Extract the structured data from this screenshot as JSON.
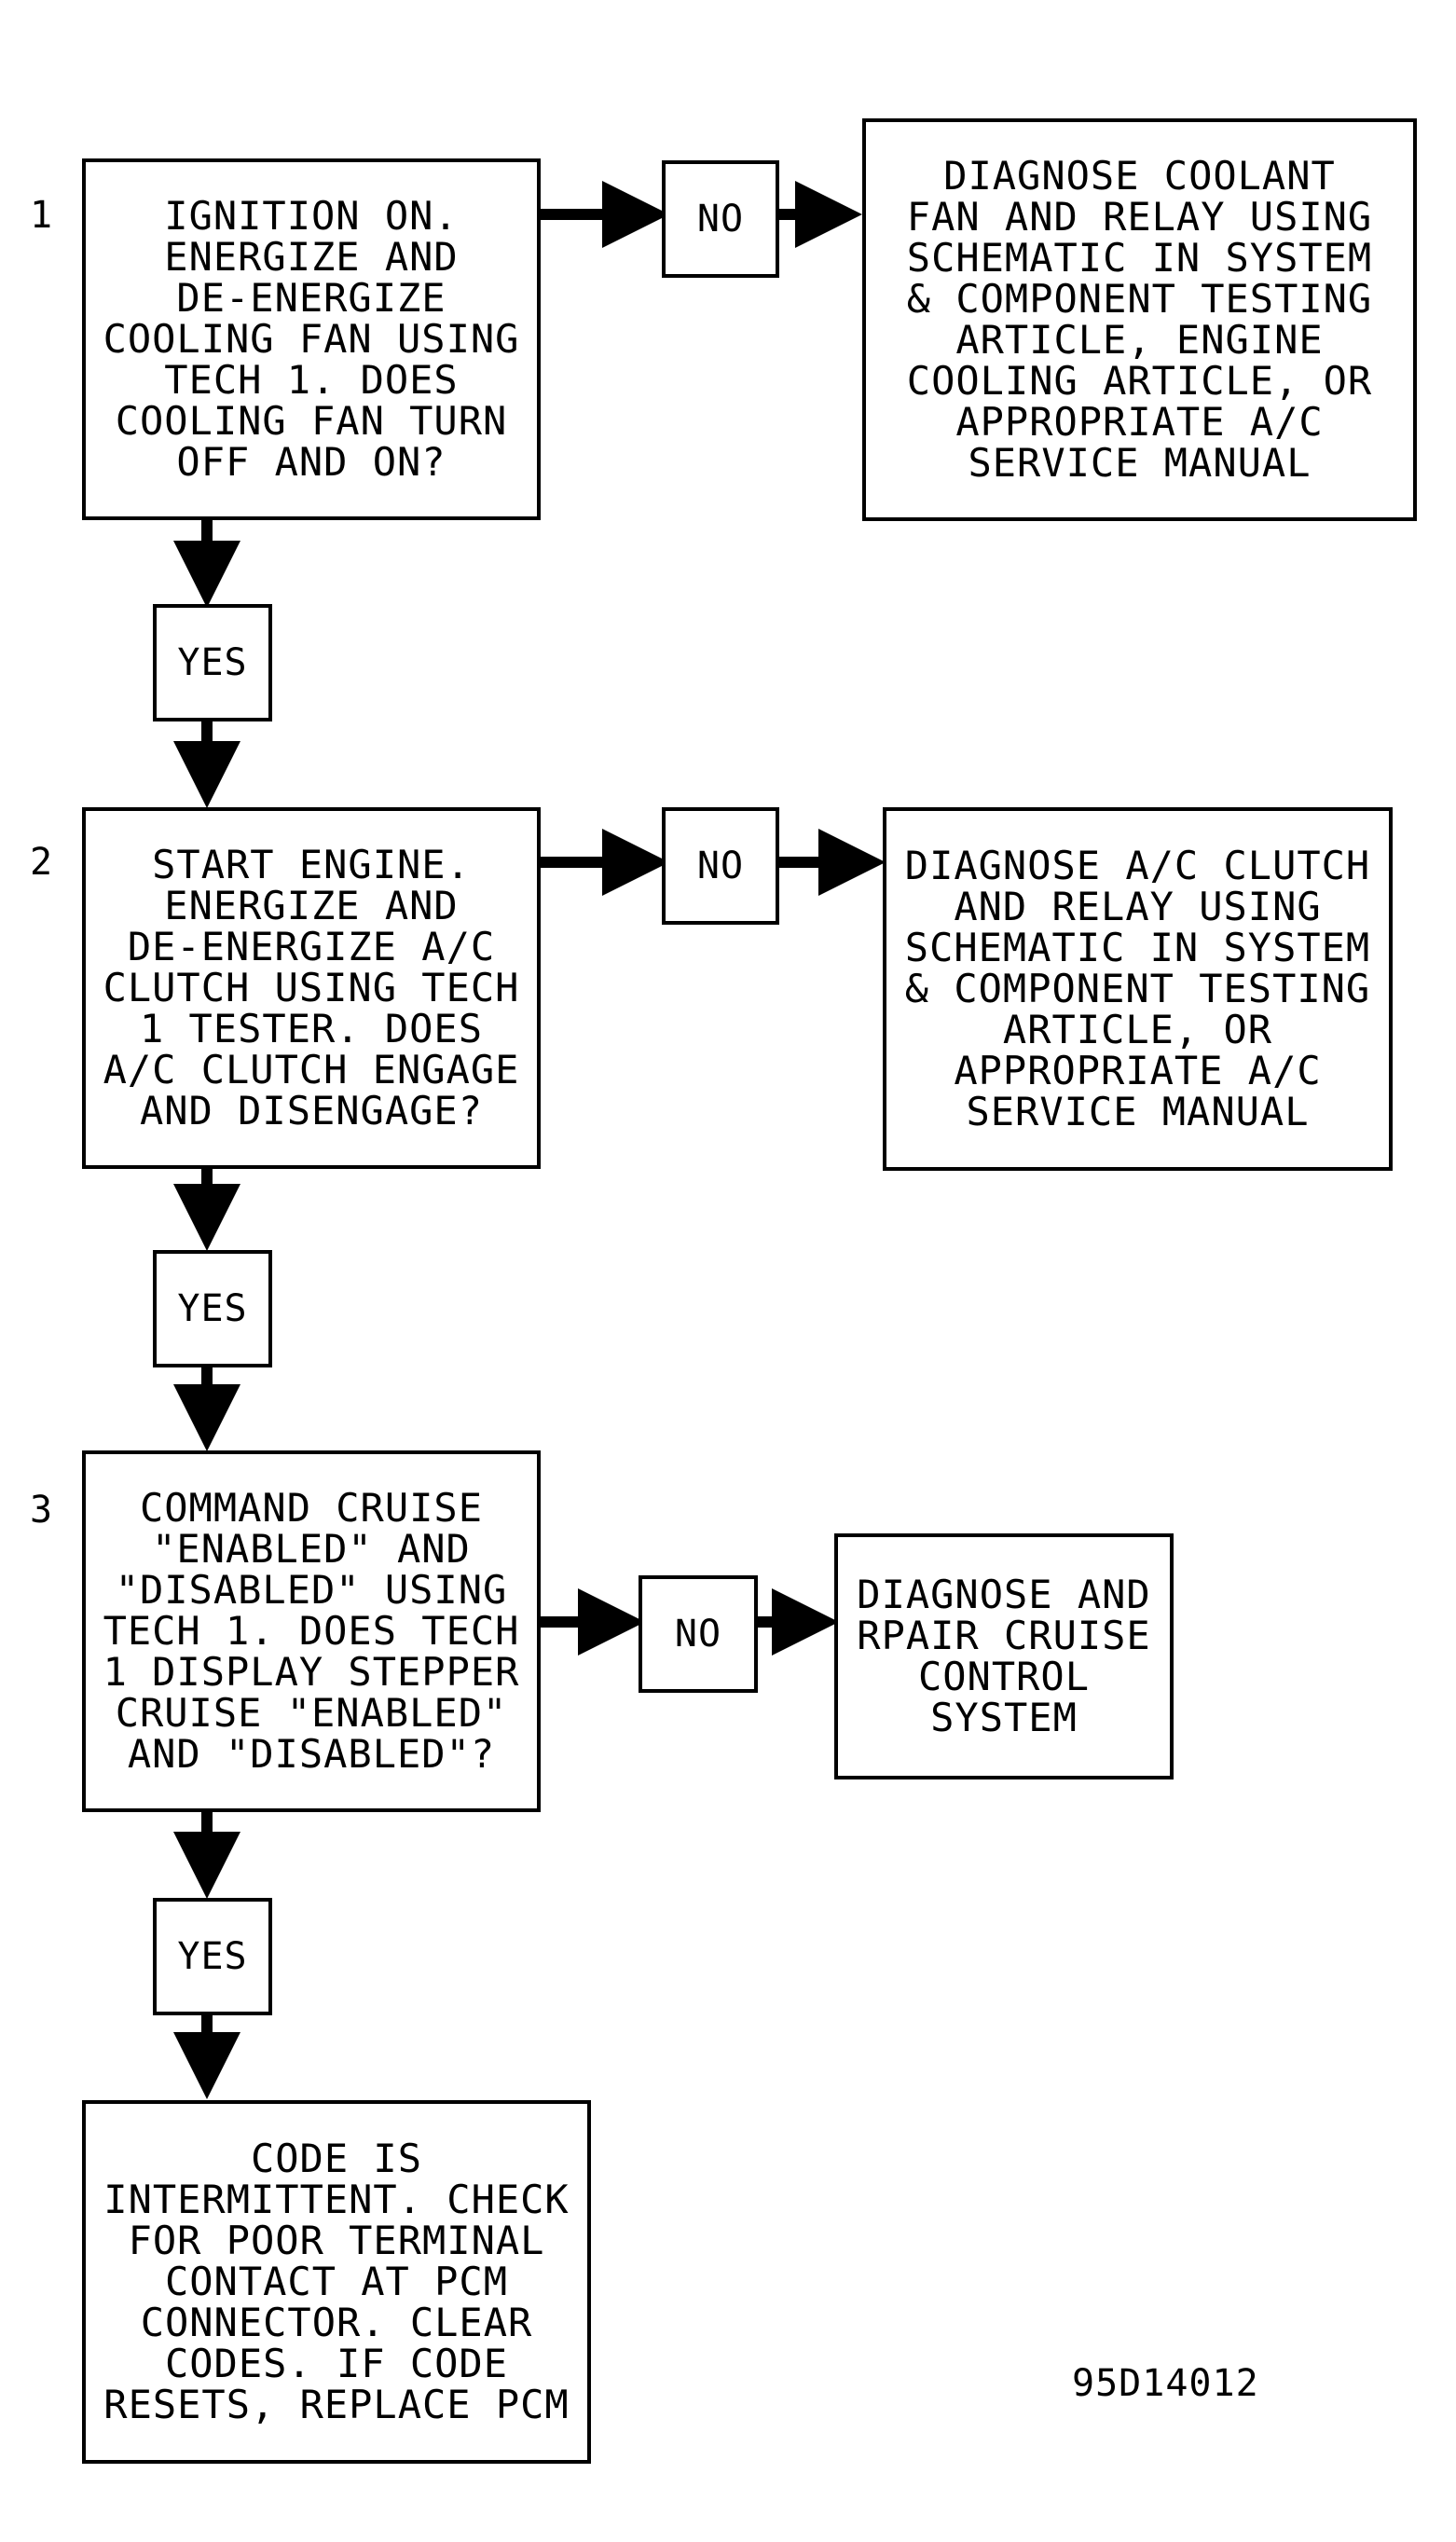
{
  "steps": [
    {
      "number": "1",
      "question": [
        "IGNITION ON.",
        "ENERGIZE AND",
        "DE-ENERGIZE",
        "COOLING FAN USING",
        "TECH 1. DOES",
        "COOLING FAN TURN",
        "OFF AND ON?"
      ],
      "no_label": "NO",
      "no_action": [
        "DIAGNOSE COOLANT",
        "FAN AND RELAY USING",
        "SCHEMATIC IN SYSTEM",
        "& COMPONENT TESTING",
        "ARTICLE, ENGINE",
        "COOLING ARTICLE, OR",
        "APPROPRIATE A/C",
        "SERVICE MANUAL"
      ],
      "yes_label": "YES"
    },
    {
      "number": "2",
      "question": [
        "START ENGINE.",
        "ENERGIZE AND",
        "DE-ENERGIZE A/C",
        "CLUTCH USING TECH",
        "1 TESTER. DOES",
        "A/C CLUTCH ENGAGE",
        "AND DISENGAGE?"
      ],
      "no_label": "NO",
      "no_action": [
        "DIAGNOSE A/C CLUTCH",
        "AND RELAY USING",
        "SCHEMATIC IN SYSTEM",
        "& COMPONENT TESTING",
        "ARTICLE, OR",
        "APPROPRIATE A/C",
        "SERVICE MANUAL"
      ],
      "yes_label": "YES"
    },
    {
      "number": "3",
      "question": [
        "COMMAND CRUISE",
        "\"ENABLED\" AND",
        "\"DISABLED\" USING",
        "TECH 1. DOES TECH",
        "1 DISPLAY STEPPER",
        "CRUISE \"ENABLED\"",
        "AND \"DISABLED\"?"
      ],
      "no_label": "NO",
      "no_action": [
        "DIAGNOSE AND",
        "RPAIR CRUISE",
        "CONTROL",
        "SYSTEM"
      ],
      "yes_label": "YES"
    }
  ],
  "final_action": [
    "CODE IS",
    "INTERMITTENT. CHECK",
    "FOR POOR TERMINAL",
    "CONTACT AT PCM",
    "CONNECTOR. CLEAR",
    "CODES. IF CODE",
    "RESETS, REPLACE PCM"
  ],
  "figure_id": "95D14012"
}
